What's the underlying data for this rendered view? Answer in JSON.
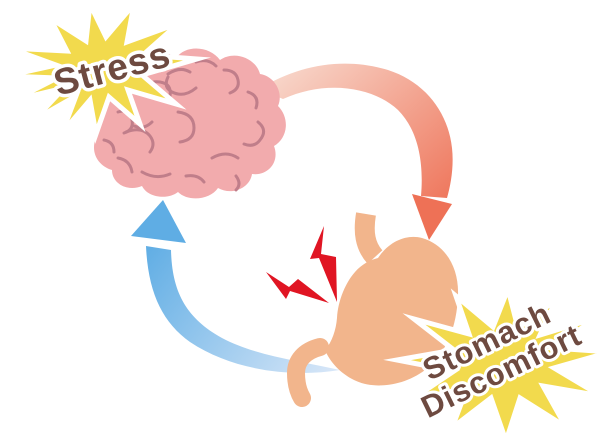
{
  "illustration": {
    "title": "stress and stomach discomfort cycle",
    "labels": {
      "stress": "Stress",
      "discomfort_line1": "Stomach",
      "discomfort_line2": "Discomfort"
    },
    "colors": {
      "background": "#ffffff",
      "starburst_yellow": "#f2da4d",
      "starburst_outline": "#ffffff",
      "label_text_brown": "#6e4a40",
      "brain_pink": "#f2abad",
      "brain_fold_line": "#c07e8a",
      "stomach_peach": "#f2b58c",
      "pain_bolt_red": "#e01523",
      "arrow_stress_start": "#f8d8cc",
      "arrow_stress_end": "#ee7156",
      "arrow_feedback_start": "#d9e7f8",
      "arrow_feedback_end": "#5fade4"
    }
  }
}
